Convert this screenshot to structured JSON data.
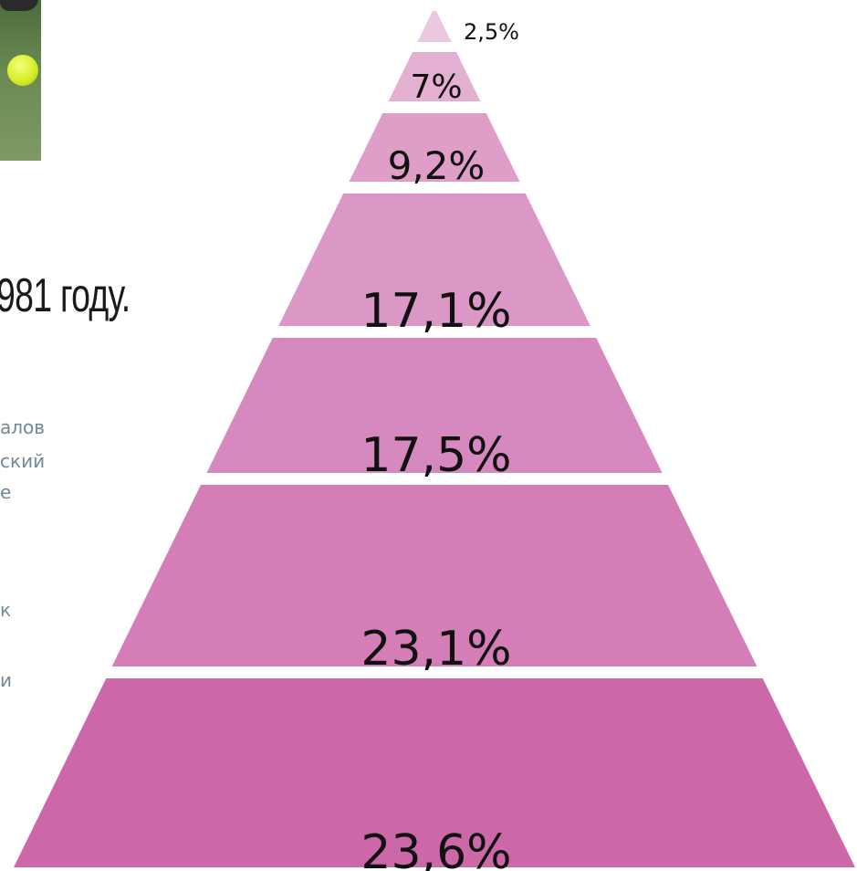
{
  "text_fragments": {
    "heading": "981 году.",
    "line1": "алов",
    "line2": "ский",
    "line3": "е",
    "line4": "к",
    "line5": "и"
  },
  "colors": {
    "tier_fills": [
      "#ecc8e0",
      "#e3b0d2",
      "#df9ec8",
      "#db98c7",
      "#d689be",
      "#d47db7",
      "#cc68a8"
    ],
    "label_color": "#111111",
    "fragment_text": "#6f8a96"
  },
  "chart_data": {
    "type": "pyramid",
    "order": "top-to-bottom",
    "values": [
      2.5,
      7,
      9.2,
      17.1,
      17.5,
      23.1,
      23.6
    ],
    "labels": [
      "2,5%",
      "7%",
      "9,2%",
      "17,1%",
      "17,5%",
      "23,1%",
      "23,6%"
    ]
  }
}
